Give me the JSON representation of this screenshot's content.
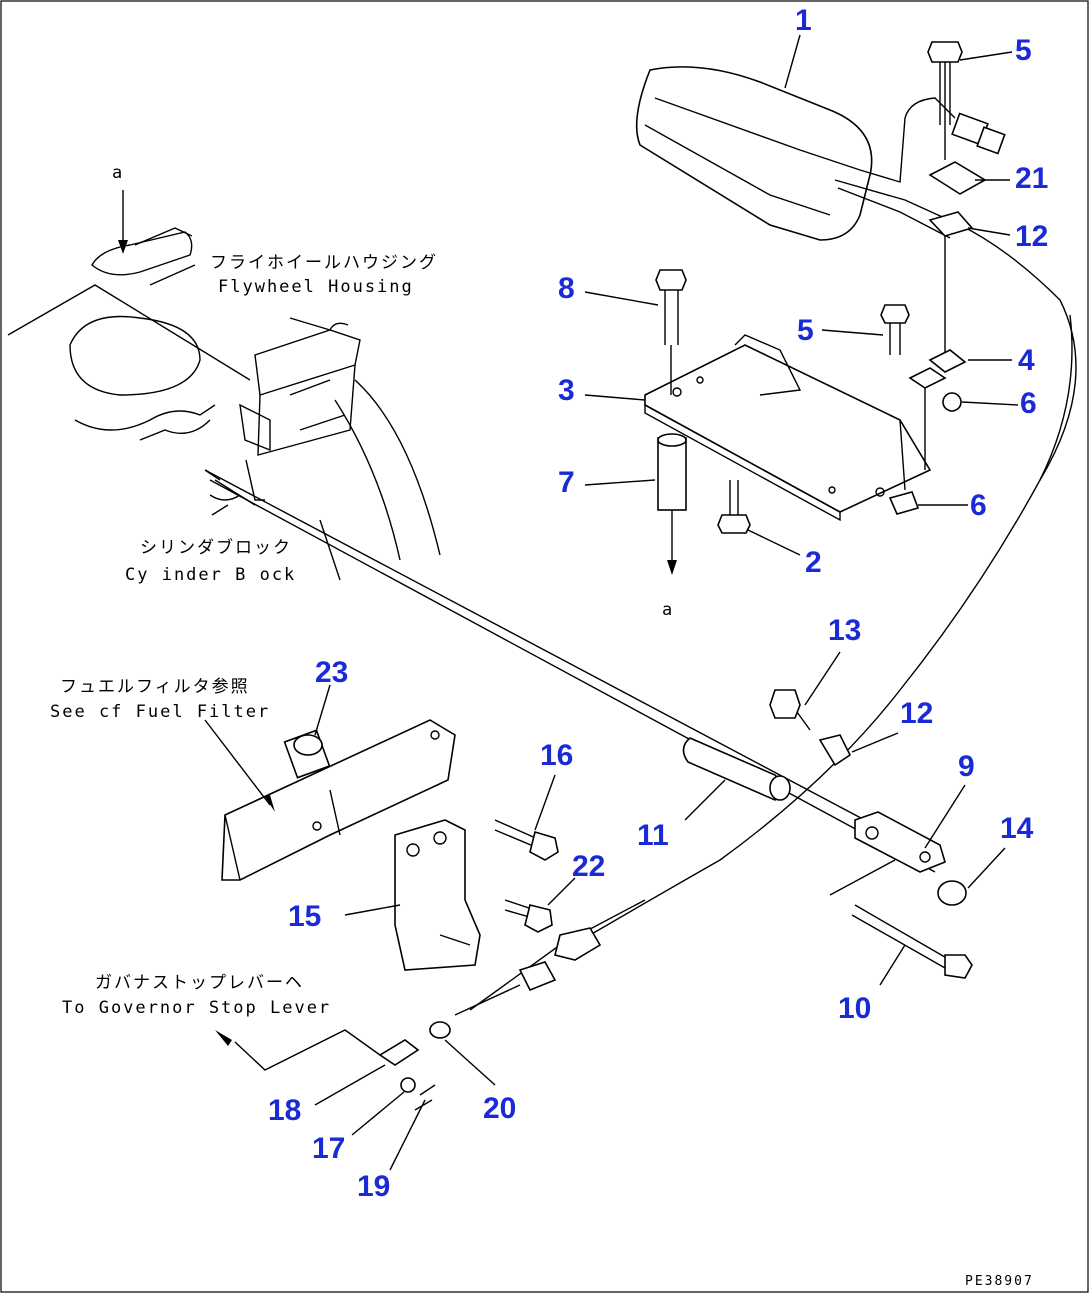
{
  "colors": {
    "callout": "#1a2ad6",
    "line": "#000000"
  },
  "callouts": [
    {
      "id": "1",
      "text": "1"
    },
    {
      "id": "2",
      "text": "2"
    },
    {
      "id": "3",
      "text": "3"
    },
    {
      "id": "4",
      "text": "4"
    },
    {
      "id": "5a",
      "text": "5"
    },
    {
      "id": "5b",
      "text": "5"
    },
    {
      "id": "6a",
      "text": "6"
    },
    {
      "id": "6b",
      "text": "6"
    },
    {
      "id": "7",
      "text": "7"
    },
    {
      "id": "8",
      "text": "8"
    },
    {
      "id": "9",
      "text": "9"
    },
    {
      "id": "10",
      "text": "10"
    },
    {
      "id": "11",
      "text": "11"
    },
    {
      "id": "12a",
      "text": "12"
    },
    {
      "id": "12b",
      "text": "12"
    },
    {
      "id": "13",
      "text": "13"
    },
    {
      "id": "14",
      "text": "14"
    },
    {
      "id": "15",
      "text": "15"
    },
    {
      "id": "16",
      "text": "16"
    },
    {
      "id": "17",
      "text": "17"
    },
    {
      "id": "18",
      "text": "18"
    },
    {
      "id": "19",
      "text": "19"
    },
    {
      "id": "20",
      "text": "20"
    },
    {
      "id": "21",
      "text": "21"
    },
    {
      "id": "22",
      "text": "22"
    },
    {
      "id": "23",
      "text": "23"
    }
  ],
  "labels": {
    "flywheel_jp": "フライホイールハウジング",
    "flywheel_en": "Flywheel Housing",
    "cylinder_jp": "シリンダブロック",
    "cylinder_en": "Cy inder B ock",
    "fuelfilter_jp": "フュエルフィルタ参照",
    "fuelfilter_en": "See cf Fuel Filter",
    "governor_jp": "ガバナストップレバーヘ",
    "governor_en": "To Governor Stop Lever",
    "ref_a_top": "a",
    "ref_a_bottom": "a",
    "drawing_code": "PE38907"
  }
}
